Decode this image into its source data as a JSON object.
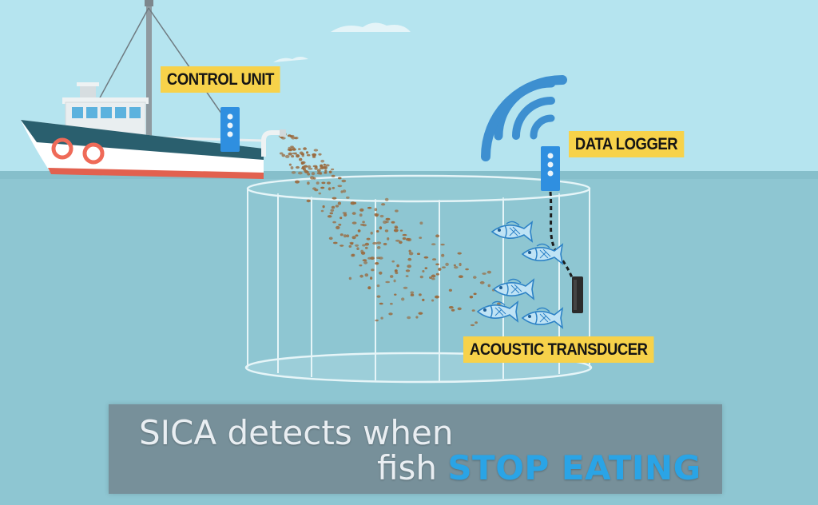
{
  "labels": {
    "control_unit": "CONTROL UNIT",
    "data_logger": "DATA LOGGER",
    "acoustic_transducer": "ACOUSTIC TRANSDUCER"
  },
  "caption": {
    "line1": "SICA detects when",
    "line2_prefix": "fish ",
    "line2_emphasis": "STOP EATING"
  },
  "icons": [
    "boat-icon",
    "control-unit-device-icon",
    "data-logger-device-icon",
    "wifi-signal-icon",
    "acoustic-transducer-icon",
    "fish-icon",
    "fish-cage-net"
  ],
  "colors": {
    "sky": "#b5e4ef",
    "sea": "#8ec6d2",
    "label_bg": "#f7d24a",
    "device_blue": "#2f8fe0",
    "wifi_blue": "#3d8fd0",
    "emphasis_blue": "#2aa4e6",
    "boat_hull": "#2a5f6e",
    "feed_pellets": "#9a6a3e"
  }
}
